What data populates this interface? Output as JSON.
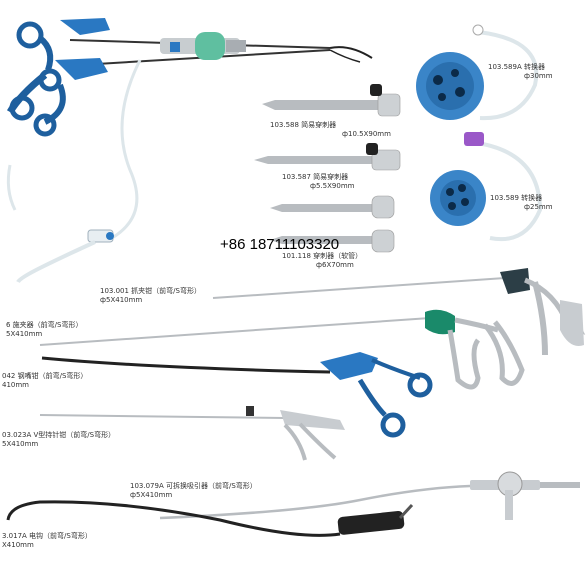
{
  "contact": {
    "phone": "+86 18711103320"
  },
  "colors": {
    "blue_handle": "#2a78c2",
    "green_part": "#5fbfa0",
    "teal_handle": "#1a8a6a",
    "steel": "#b8bcc0",
    "black": "#222222",
    "tubing": "#dde6ea"
  },
  "labels": {
    "trocar_10_5": {
      "line1": "103.588 简易穿刺器",
      "line2": "ф10.5X90mm"
    },
    "trocar_5_5": {
      "line1": "103.587 简易穿刺器",
      "line2": "ф5.5X90mm"
    },
    "trocar_soft": {
      "line1": "101.118 穿刺器（软管）",
      "line2": "ф6X70mm"
    },
    "converter_30": {
      "line1": "103.589A 转换器",
      "line2": "ф30mm"
    },
    "converter_25": {
      "line1": "103.589 转换器",
      "line2": "ф25mm"
    },
    "grasper_103001": {
      "line1": "103.001 抓夹钳（前弯/S弯形）",
      "line2": "ф5X410mm"
    },
    "separating_forceps": {
      "line1": "6 施夹器（前弯/S弯形）",
      "line2": "5X410mm"
    },
    "dissector": {
      "line1": "042 钢嘴钳（前弯/S弯形）",
      "line2": "410mm"
    },
    "needle_holder": {
      "line1": "03.023A V型持针钳（前弯/S弯形）",
      "line2": "5X410mm"
    },
    "suction_irrigator": {
      "line1": "103.079A 可拆换吸引器（前弯/S弯形）",
      "line2": "ф5X410mm"
    },
    "electrode": {
      "line1": "3.017A 电钩（前弯/S弯形）",
      "line2": "X410mm"
    }
  }
}
